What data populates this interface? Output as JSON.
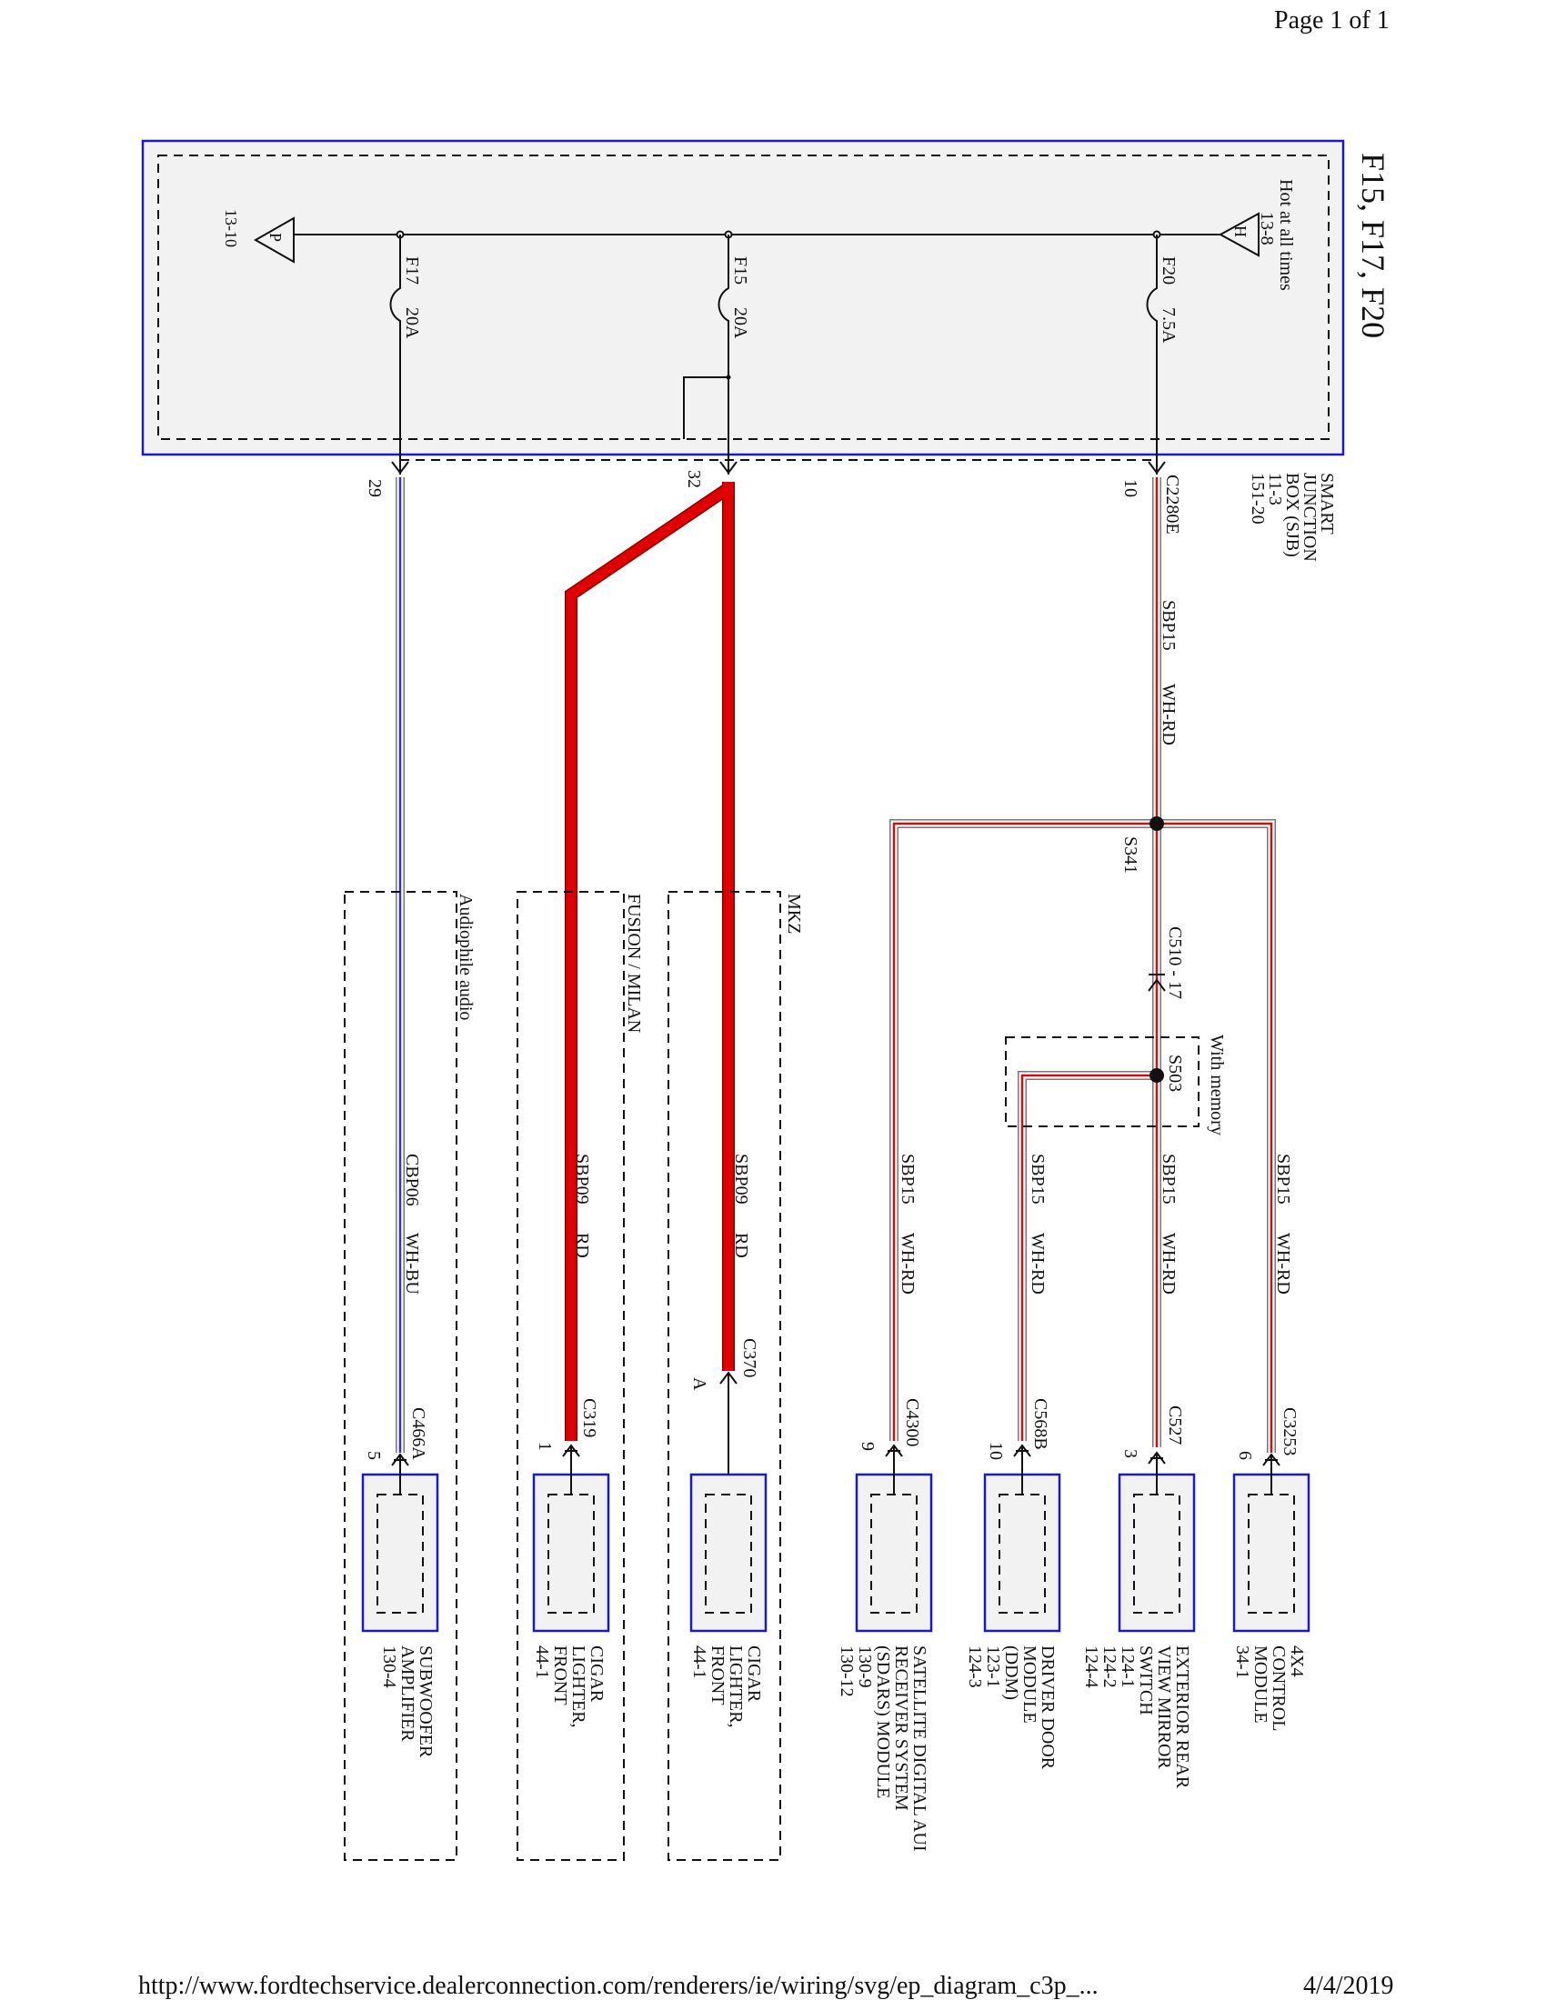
{
  "header": {
    "page": "Page 1 of 1"
  },
  "title": "F15, F17, F20",
  "colors": {
    "box_border": "#1a1acc",
    "box_fill": "#f2f2f2",
    "red_wire": "#e00000",
    "blue_stripe": "#3333cc",
    "red_stripe": "#d01010"
  },
  "sjb": {
    "hot_label": "Hot at all times",
    "hot_ref": "13-8",
    "hot_symbol": "H",
    "p_symbol": "P",
    "p_ref": "13-10",
    "name_lines": [
      "SMART",
      "JUNCTION",
      "BOX (SJB)",
      "11-3",
      "151-20"
    ],
    "connector": "C2280E",
    "fuses": [
      {
        "id": "F20",
        "rating": "7.5A",
        "pin": "10"
      },
      {
        "id": "F15",
        "rating": "20A",
        "pin": "32"
      },
      {
        "id": "F17",
        "rating": "20A",
        "pin": "29"
      }
    ]
  },
  "wires": {
    "sbp15": {
      "circuit": "SBP15",
      "color": "WH-RD"
    },
    "sbp09": {
      "circuit": "SBP09",
      "color": "RD"
    },
    "cbp06": {
      "circuit": "CBP06",
      "color": "WH-BU"
    }
  },
  "splices": {
    "s341": "S341",
    "s503": "S503"
  },
  "inline": {
    "c510": "C510 - 17",
    "c370": "C370",
    "c370_pin": "A"
  },
  "groups": {
    "with_memory": "With memory",
    "mkz": "MKZ",
    "fusion": "FUSION / MILAN",
    "audiophile": "Audiophile audio"
  },
  "modules": [
    {
      "connector": "C3253",
      "pin": "6",
      "lines": [
        "4X4",
        "CONTROL",
        "MODULE",
        "34-1"
      ]
    },
    {
      "connector": "C527",
      "pin": "3",
      "lines": [
        "EXTERIOR REAR",
        "VIEW MIRROR",
        "SWITCH",
        "124-1",
        "124-2",
        "124-4"
      ]
    },
    {
      "connector": "C568B",
      "pin": "10",
      "lines": [
        "DRIVER DOOR",
        "MODULE",
        "(DDM)",
        "123-1",
        "124-3"
      ]
    },
    {
      "connector": "C4300",
      "pin": "9",
      "lines": [
        "SATELLITE DIGITAL AUI",
        "RECEIVER SYSTEM",
        "(SDARS) MODULE",
        "130-9",
        "130-12"
      ]
    },
    {
      "connector": "",
      "pin": "",
      "lines": [
        "CIGAR",
        "LIGHTER,",
        "FRONT",
        "44-1"
      ]
    },
    {
      "connector": "C319",
      "pin": "1",
      "lines": [
        "CIGAR",
        "LIGHTER,",
        "FRONT",
        "44-1"
      ]
    },
    {
      "connector": "C466A",
      "pin": "5",
      "lines": [
        "SUBWOOFER",
        "AMPLIFIER",
        "130-4"
      ]
    }
  ],
  "footer": {
    "url": "http://www.fordtechservice.dealerconnection.com/renderers/ie/wiring/svg/ep_diagram_c3p_...",
    "date": "4/4/2019"
  }
}
